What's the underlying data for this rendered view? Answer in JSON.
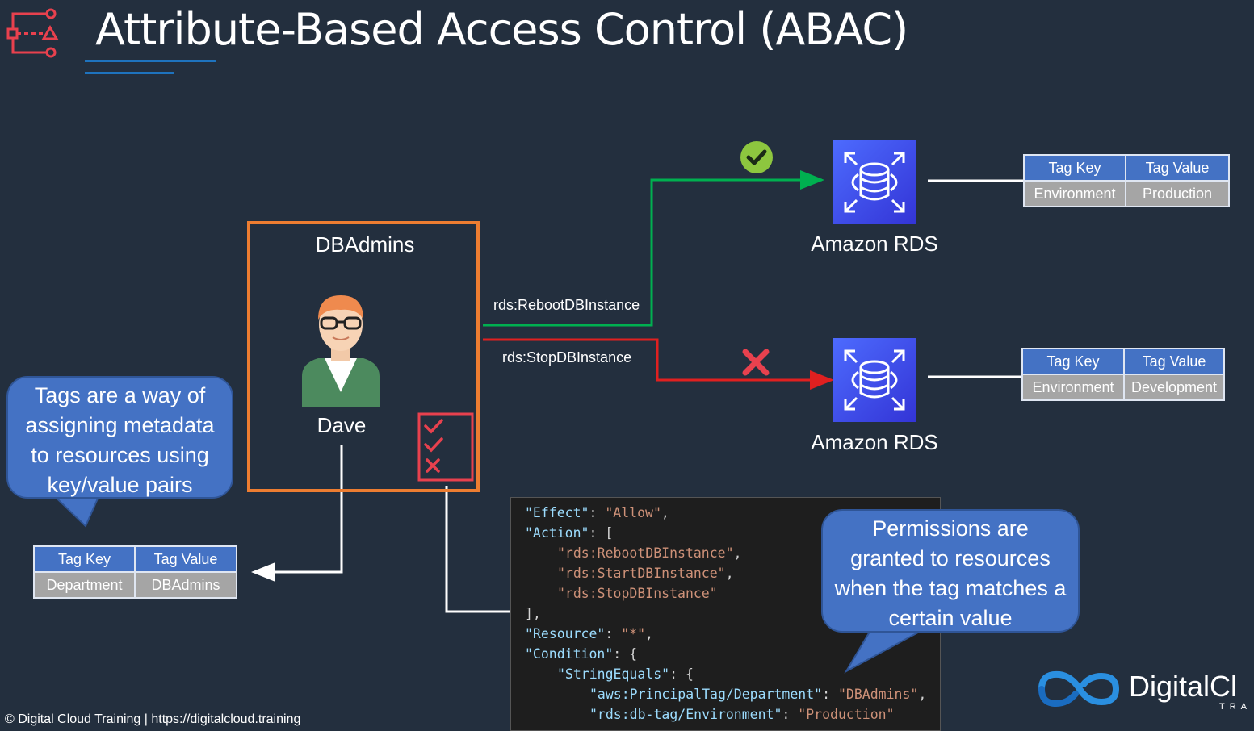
{
  "title": "Attribute-Based Access Control (ABAC)",
  "group": {
    "name": "DBAdmins",
    "user": "Dave"
  },
  "actions": {
    "reboot": "rds:RebootDBInstance",
    "stop": "rds:StopDBInstance"
  },
  "resources": [
    {
      "label": "Amazon RDS",
      "status": "allowed",
      "tags": {
        "header_key": "Tag Key",
        "header_value": "Tag Value",
        "key": "Environment",
        "value": "Production"
      }
    },
    {
      "label": "Amazon RDS",
      "status": "denied",
      "tags": {
        "header_key": "Tag Key",
        "header_value": "Tag Value",
        "key": "Environment",
        "value": "Development"
      }
    }
  ],
  "user_tags": {
    "header_key": "Tag Key",
    "header_value": "Tag Value",
    "key": "Department",
    "value": "DBAdmins"
  },
  "callouts": {
    "tags": "Tags are a way of assigning metadata to resources using key/value pairs",
    "permissions": "Permissions are granted to resources when the tag matches a certain value"
  },
  "policy": {
    "effect_key": "\"Effect\"",
    "effect_value": "\"Allow\"",
    "action_key": "\"Action\"",
    "actions": [
      "\"rds:RebootDBInstance\"",
      "\"rds:StartDBInstance\"",
      "\"rds:StopDBInstance\""
    ],
    "resource_key": "\"Resource\"",
    "resource_value": "\"*\"",
    "condition_key": "\"Condition\"",
    "string_equals_key": "\"StringEquals\"",
    "principal_tag_key": "\"aws:PrincipalTag/Department\"",
    "principal_tag_value": "\"DBAdmins\"",
    "db_tag_key": "\"rds:db-tag/Environment\"",
    "db_tag_value": "\"Production\""
  },
  "footer": "© Digital Cloud Training  | https://digitalcloud.training",
  "brand": {
    "name": "DigitalCl",
    "sub": "TRA"
  },
  "colors": {
    "background": "#232f3e",
    "group_border": "#ed7d31",
    "allow": "#00b050",
    "deny": "#e02020",
    "checklist": "#e8414e",
    "tag_header": "#4472c4",
    "tag_value": "#a5a5a5"
  }
}
